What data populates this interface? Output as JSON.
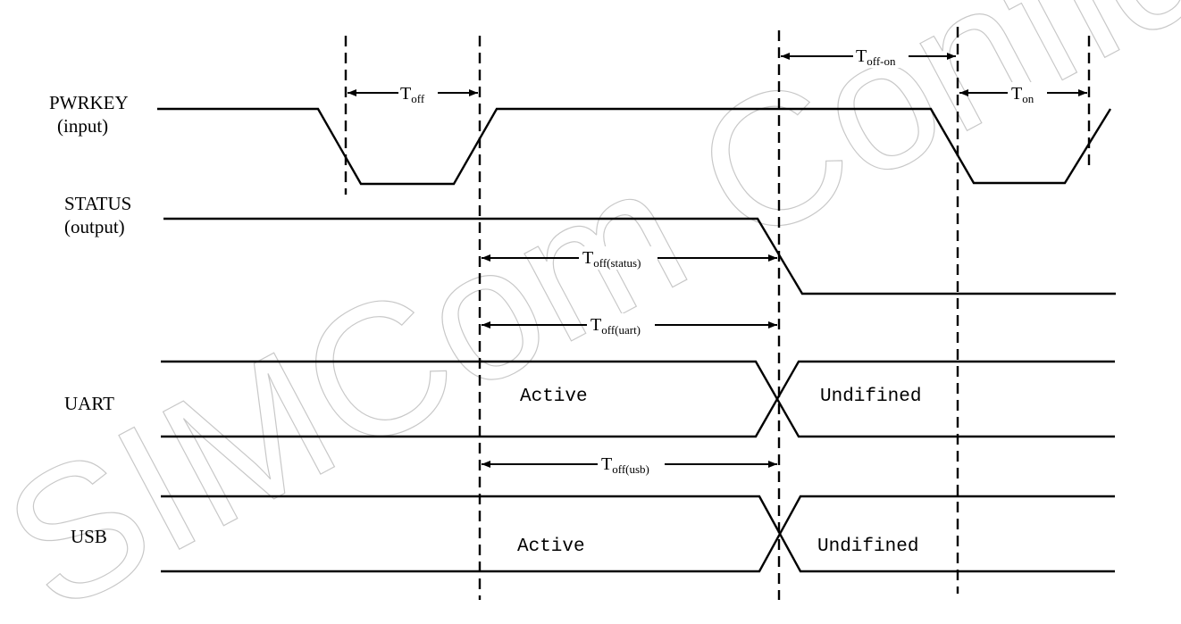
{
  "signals": {
    "pwrkey": {
      "name": "PWRKEY",
      "sub": "(input)"
    },
    "status": {
      "name": "STATUS",
      "sub": "(output)"
    },
    "uart": {
      "name": "UART"
    },
    "usb": {
      "name": "USB"
    }
  },
  "states": {
    "uart_active": "Active",
    "uart_undefined": "Undifined",
    "usb_active": "Active",
    "usb_undefined": "Undifined"
  },
  "timings": {
    "t_off": {
      "main": "T",
      "sub": "off"
    },
    "t_off_on": {
      "main": "T",
      "sub": "off-on"
    },
    "t_on": {
      "main": "T",
      "sub": "on"
    },
    "t_off_status": {
      "main": "T",
      "sub": "off(status)"
    },
    "t_off_uart": {
      "main": "T",
      "sub": "off(uart)"
    },
    "t_off_usb": {
      "main": "T",
      "sub": "off(usb)"
    }
  },
  "watermark": "SIMCom Confidential"
}
